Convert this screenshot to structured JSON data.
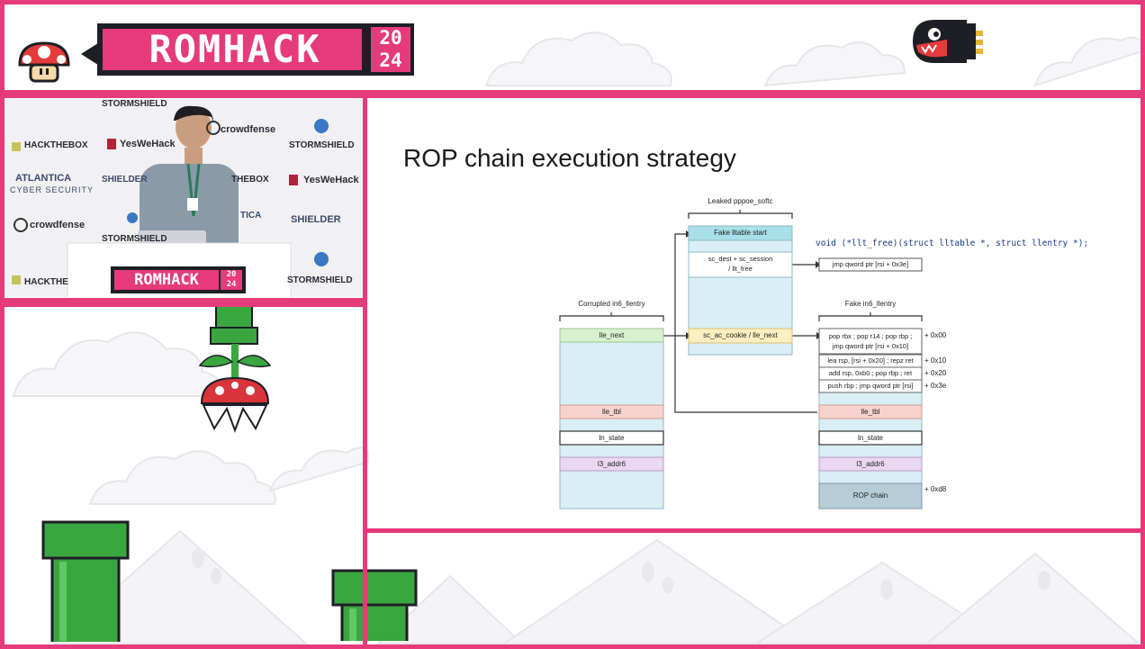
{
  "header": {
    "logo_text": "ROMHACK",
    "year_top": "20",
    "year_bottom": "24"
  },
  "sponsors": {
    "row0": [
      "STORMSHIELD"
    ],
    "row1": [
      "HACKTHEBOX",
      "YesWeHack",
      "crowdfense",
      "STORMSHIELD"
    ],
    "row2": [
      "ATLANTICA",
      "CYBER SECURITY",
      "SHIELDER",
      "THEBOX",
      "YesWeHack"
    ],
    "row3": [
      "crowdfense",
      "STORMSHIELD",
      "TICA",
      "SHIELDER"
    ],
    "row4": [
      "HACKTHE",
      "STORMSHIELD"
    ],
    "podium_logo": "ROMHACK",
    "podium_year_top": "20",
    "podium_year_bottom": "24"
  },
  "slide": {
    "title": "ROP chain execution strategy",
    "leaked_label": "Leaked pppoe_softc",
    "fake_table_start": "Fake lltable start",
    "sc_dest_line1": "sc_dest + sc_session",
    "sc_dest_line2": "/ llt_free",
    "sc_ac_cookie": "sc_ac_cookie / lle_next",
    "func_sig": "void (*llt_free)(struct lltable *, struct llentry *);",
    "jmp_rsi": "jmp qword ptr [rsi + 0x3e]",
    "corrupted_label": "Corrupted in6_llentry",
    "lle_next": "lle_next",
    "lle_tbl": "lle_tbl",
    "ln_state": "ln_state",
    "l3_addr6": "l3_addr6",
    "fake_label": "Fake in6_llentry",
    "gadget1_line1": "pop rbx ; pop r14 ; pop rbp ;",
    "gadget1_line2": "jmp qword ptr [rsi + 0x10]",
    "gadget2": "lea rsp, [rsi + 0x20] ; repz ret",
    "gadget3": "add rsp, 0xb0 ; pop rbp ; ret",
    "gadget4": "push rbp ; jmp qword ptr [rsi]",
    "fake_lle_tbl": "lle_tbl",
    "fake_ln_state": "ln_state",
    "fake_l3_addr6": "l3_addr6",
    "rop_chain": "ROP chain",
    "off_00": "+ 0x00",
    "off_10": "+ 0x10",
    "off_20": "+ 0x20",
    "off_3e": "+ 0x3e",
    "off_d8": "+ 0xd8"
  },
  "colors": {
    "frame": "#e63b7a",
    "logo_bg": "#e63b7a",
    "dark": "#1e1e26",
    "pipe": "#3aa640",
    "struct_fill": "#daeff5",
    "green_cell": "#d8f0d0",
    "red_cell": "#f7d2cc",
    "purple_cell": "#ead8f2",
    "yellow_cell": "#fbeec0",
    "teal_cell": "#a8dfe8",
    "rop_cell": "#b6cdd8"
  }
}
